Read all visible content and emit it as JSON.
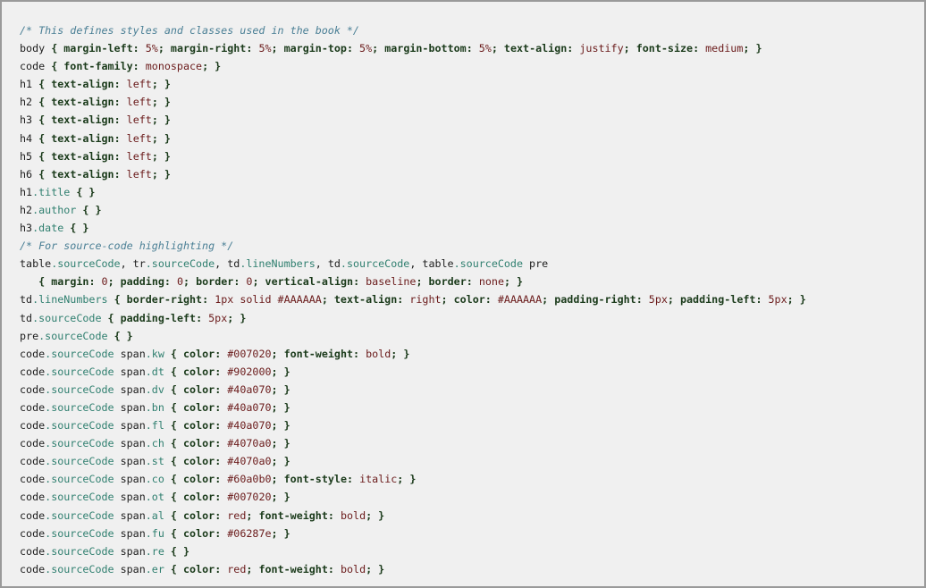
{
  "document": {
    "colors": {
      "background": "#f0f0f0",
      "border": "#9a9a9a",
      "comment": "#4a7f95",
      "property": "#1a3a1a",
      "value": "#6a1a1a",
      "class": "#2f7f6f",
      "text": "#202020"
    },
    "lines": [
      [
        {
          "t": "c",
          "v": "/* This defines styles and classes used in the book */"
        }
      ],
      [
        {
          "t": "p",
          "v": "body "
        },
        {
          "t": "b",
          "v": "{ "
        },
        {
          "t": "k",
          "v": "margin-left"
        },
        {
          "t": "b",
          "v": ": "
        },
        {
          "t": "v",
          "v": "5%"
        },
        {
          "t": "b",
          "v": "; "
        },
        {
          "t": "k",
          "v": "margin-right"
        },
        {
          "t": "b",
          "v": ": "
        },
        {
          "t": "v",
          "v": "5%"
        },
        {
          "t": "b",
          "v": "; "
        },
        {
          "t": "k",
          "v": "margin-top"
        },
        {
          "t": "b",
          "v": ": "
        },
        {
          "t": "v",
          "v": "5%"
        },
        {
          "t": "b",
          "v": "; "
        },
        {
          "t": "k",
          "v": "margin-bottom"
        },
        {
          "t": "b",
          "v": ": "
        },
        {
          "t": "v",
          "v": "5%"
        },
        {
          "t": "b",
          "v": "; "
        },
        {
          "t": "k",
          "v": "text-align"
        },
        {
          "t": "b",
          "v": ": "
        },
        {
          "t": "v",
          "v": "justify"
        },
        {
          "t": "b",
          "v": "; "
        },
        {
          "t": "k",
          "v": "font-size"
        },
        {
          "t": "b",
          "v": ": "
        },
        {
          "t": "v",
          "v": "medium"
        },
        {
          "t": "b",
          "v": "; }"
        }
      ],
      [
        {
          "t": "p",
          "v": "code "
        },
        {
          "t": "b",
          "v": "{ "
        },
        {
          "t": "k",
          "v": "font-family"
        },
        {
          "t": "b",
          "v": ": "
        },
        {
          "t": "v",
          "v": "monospace"
        },
        {
          "t": "b",
          "v": "; }"
        }
      ],
      [
        {
          "t": "p",
          "v": "h1 "
        },
        {
          "t": "b",
          "v": "{ "
        },
        {
          "t": "k",
          "v": "text-align"
        },
        {
          "t": "b",
          "v": ": "
        },
        {
          "t": "v",
          "v": "left"
        },
        {
          "t": "b",
          "v": "; }"
        }
      ],
      [
        {
          "t": "p",
          "v": "h2 "
        },
        {
          "t": "b",
          "v": "{ "
        },
        {
          "t": "k",
          "v": "text-align"
        },
        {
          "t": "b",
          "v": ": "
        },
        {
          "t": "v",
          "v": "left"
        },
        {
          "t": "b",
          "v": "; }"
        }
      ],
      [
        {
          "t": "p",
          "v": "h3 "
        },
        {
          "t": "b",
          "v": "{ "
        },
        {
          "t": "k",
          "v": "text-align"
        },
        {
          "t": "b",
          "v": ": "
        },
        {
          "t": "v",
          "v": "left"
        },
        {
          "t": "b",
          "v": "; }"
        }
      ],
      [
        {
          "t": "p",
          "v": "h4 "
        },
        {
          "t": "b",
          "v": "{ "
        },
        {
          "t": "k",
          "v": "text-align"
        },
        {
          "t": "b",
          "v": ": "
        },
        {
          "t": "v",
          "v": "left"
        },
        {
          "t": "b",
          "v": "; }"
        }
      ],
      [
        {
          "t": "p",
          "v": "h5 "
        },
        {
          "t": "b",
          "v": "{ "
        },
        {
          "t": "k",
          "v": "text-align"
        },
        {
          "t": "b",
          "v": ": "
        },
        {
          "t": "v",
          "v": "left"
        },
        {
          "t": "b",
          "v": "; }"
        }
      ],
      [
        {
          "t": "p",
          "v": "h6 "
        },
        {
          "t": "b",
          "v": "{ "
        },
        {
          "t": "k",
          "v": "text-align"
        },
        {
          "t": "b",
          "v": ": "
        },
        {
          "t": "v",
          "v": "left"
        },
        {
          "t": "b",
          "v": "; }"
        }
      ],
      [
        {
          "t": "p",
          "v": "h1"
        },
        {
          "t": "s",
          "v": ".title"
        },
        {
          "t": "b",
          "v": " { }"
        }
      ],
      [
        {
          "t": "p",
          "v": "h2"
        },
        {
          "t": "s",
          "v": ".author"
        },
        {
          "t": "b",
          "v": " { }"
        }
      ],
      [
        {
          "t": "p",
          "v": "h3"
        },
        {
          "t": "s",
          "v": ".date"
        },
        {
          "t": "b",
          "v": " { }"
        }
      ],
      [
        {
          "t": "c",
          "v": "/* For source-code highlighting */"
        }
      ],
      [
        {
          "t": "p",
          "v": "table"
        },
        {
          "t": "s",
          "v": ".sourceCode"
        },
        {
          "t": "p",
          "v": ", tr"
        },
        {
          "t": "s",
          "v": ".sourceCode"
        },
        {
          "t": "p",
          "v": ", td"
        },
        {
          "t": "s",
          "v": ".lineNumbers"
        },
        {
          "t": "p",
          "v": ", td"
        },
        {
          "t": "s",
          "v": ".sourceCode"
        },
        {
          "t": "p",
          "v": ", table"
        },
        {
          "t": "s",
          "v": ".sourceCode"
        },
        {
          "t": "p",
          "v": " pre"
        }
      ],
      [
        {
          "t": "p",
          "v": "   "
        },
        {
          "t": "b",
          "v": "{ "
        },
        {
          "t": "k",
          "v": "margin"
        },
        {
          "t": "b",
          "v": ": "
        },
        {
          "t": "v",
          "v": "0"
        },
        {
          "t": "b",
          "v": "; "
        },
        {
          "t": "k",
          "v": "padding"
        },
        {
          "t": "b",
          "v": ": "
        },
        {
          "t": "v",
          "v": "0"
        },
        {
          "t": "b",
          "v": "; "
        },
        {
          "t": "k",
          "v": "border"
        },
        {
          "t": "b",
          "v": ": "
        },
        {
          "t": "v",
          "v": "0"
        },
        {
          "t": "b",
          "v": "; "
        },
        {
          "t": "k",
          "v": "vertical-align"
        },
        {
          "t": "b",
          "v": ": "
        },
        {
          "t": "v",
          "v": "baseline"
        },
        {
          "t": "b",
          "v": "; "
        },
        {
          "t": "k",
          "v": "border"
        },
        {
          "t": "b",
          "v": ": "
        },
        {
          "t": "v",
          "v": "none"
        },
        {
          "t": "b",
          "v": "; }"
        }
      ],
      [
        {
          "t": "p",
          "v": "td"
        },
        {
          "t": "s",
          "v": ".lineNumbers"
        },
        {
          "t": "b",
          "v": " { "
        },
        {
          "t": "k",
          "v": "border-right"
        },
        {
          "t": "b",
          "v": ": "
        },
        {
          "t": "v",
          "v": "1px solid #AAAAAA"
        },
        {
          "t": "b",
          "v": "; "
        },
        {
          "t": "k",
          "v": "text-align"
        },
        {
          "t": "b",
          "v": ": "
        },
        {
          "t": "v",
          "v": "right"
        },
        {
          "t": "b",
          "v": "; "
        },
        {
          "t": "k",
          "v": "color"
        },
        {
          "t": "b",
          "v": ": "
        },
        {
          "t": "v",
          "v": "#AAAAAA"
        },
        {
          "t": "b",
          "v": "; "
        },
        {
          "t": "k",
          "v": "padding-right"
        },
        {
          "t": "b",
          "v": ": "
        },
        {
          "t": "v",
          "v": "5px"
        },
        {
          "t": "b",
          "v": "; "
        },
        {
          "t": "k",
          "v": "padding-left"
        },
        {
          "t": "b",
          "v": ": "
        },
        {
          "t": "v",
          "v": "5px"
        },
        {
          "t": "b",
          "v": "; }"
        }
      ],
      [
        {
          "t": "p",
          "v": "td"
        },
        {
          "t": "s",
          "v": ".sourceCode"
        },
        {
          "t": "b",
          "v": " { "
        },
        {
          "t": "k",
          "v": "padding-left"
        },
        {
          "t": "b",
          "v": ": "
        },
        {
          "t": "v",
          "v": "5px"
        },
        {
          "t": "b",
          "v": "; }"
        }
      ],
      [
        {
          "t": "p",
          "v": "pre"
        },
        {
          "t": "s",
          "v": ".sourceCode"
        },
        {
          "t": "b",
          "v": " { }"
        }
      ],
      [
        {
          "t": "p",
          "v": "code"
        },
        {
          "t": "s",
          "v": ".sourceCode"
        },
        {
          "t": "p",
          "v": " span"
        },
        {
          "t": "s",
          "v": ".kw"
        },
        {
          "t": "b",
          "v": " { "
        },
        {
          "t": "k",
          "v": "color"
        },
        {
          "t": "b",
          "v": ": "
        },
        {
          "t": "v",
          "v": "#007020"
        },
        {
          "t": "b",
          "v": "; "
        },
        {
          "t": "k",
          "v": "font-weight"
        },
        {
          "t": "b",
          "v": ": "
        },
        {
          "t": "v",
          "v": "bold"
        },
        {
          "t": "b",
          "v": "; }"
        }
      ],
      [
        {
          "t": "p",
          "v": "code"
        },
        {
          "t": "s",
          "v": ".sourceCode"
        },
        {
          "t": "p",
          "v": " span"
        },
        {
          "t": "s",
          "v": ".dt"
        },
        {
          "t": "b",
          "v": " { "
        },
        {
          "t": "k",
          "v": "color"
        },
        {
          "t": "b",
          "v": ": "
        },
        {
          "t": "v",
          "v": "#902000"
        },
        {
          "t": "b",
          "v": "; }"
        }
      ],
      [
        {
          "t": "p",
          "v": "code"
        },
        {
          "t": "s",
          "v": ".sourceCode"
        },
        {
          "t": "p",
          "v": " span"
        },
        {
          "t": "s",
          "v": ".dv"
        },
        {
          "t": "b",
          "v": " { "
        },
        {
          "t": "k",
          "v": "color"
        },
        {
          "t": "b",
          "v": ": "
        },
        {
          "t": "v",
          "v": "#40a070"
        },
        {
          "t": "b",
          "v": "; }"
        }
      ],
      [
        {
          "t": "p",
          "v": "code"
        },
        {
          "t": "s",
          "v": ".sourceCode"
        },
        {
          "t": "p",
          "v": " span"
        },
        {
          "t": "s",
          "v": ".bn"
        },
        {
          "t": "b",
          "v": " { "
        },
        {
          "t": "k",
          "v": "color"
        },
        {
          "t": "b",
          "v": ": "
        },
        {
          "t": "v",
          "v": "#40a070"
        },
        {
          "t": "b",
          "v": "; }"
        }
      ],
      [
        {
          "t": "p",
          "v": "code"
        },
        {
          "t": "s",
          "v": ".sourceCode"
        },
        {
          "t": "p",
          "v": " span"
        },
        {
          "t": "s",
          "v": ".fl"
        },
        {
          "t": "b",
          "v": " { "
        },
        {
          "t": "k",
          "v": "color"
        },
        {
          "t": "b",
          "v": ": "
        },
        {
          "t": "v",
          "v": "#40a070"
        },
        {
          "t": "b",
          "v": "; }"
        }
      ],
      [
        {
          "t": "p",
          "v": "code"
        },
        {
          "t": "s",
          "v": ".sourceCode"
        },
        {
          "t": "p",
          "v": " span"
        },
        {
          "t": "s",
          "v": ".ch"
        },
        {
          "t": "b",
          "v": " { "
        },
        {
          "t": "k",
          "v": "color"
        },
        {
          "t": "b",
          "v": ": "
        },
        {
          "t": "v",
          "v": "#4070a0"
        },
        {
          "t": "b",
          "v": "; }"
        }
      ],
      [
        {
          "t": "p",
          "v": "code"
        },
        {
          "t": "s",
          "v": ".sourceCode"
        },
        {
          "t": "p",
          "v": " span"
        },
        {
          "t": "s",
          "v": ".st"
        },
        {
          "t": "b",
          "v": " { "
        },
        {
          "t": "k",
          "v": "color"
        },
        {
          "t": "b",
          "v": ": "
        },
        {
          "t": "v",
          "v": "#4070a0"
        },
        {
          "t": "b",
          "v": "; }"
        }
      ],
      [
        {
          "t": "p",
          "v": "code"
        },
        {
          "t": "s",
          "v": ".sourceCode"
        },
        {
          "t": "p",
          "v": " span"
        },
        {
          "t": "s",
          "v": ".co"
        },
        {
          "t": "b",
          "v": " { "
        },
        {
          "t": "k",
          "v": "color"
        },
        {
          "t": "b",
          "v": ": "
        },
        {
          "t": "v",
          "v": "#60a0b0"
        },
        {
          "t": "b",
          "v": "; "
        },
        {
          "t": "k",
          "v": "font-style"
        },
        {
          "t": "b",
          "v": ": "
        },
        {
          "t": "v",
          "v": "italic"
        },
        {
          "t": "b",
          "v": "; }"
        }
      ],
      [
        {
          "t": "p",
          "v": "code"
        },
        {
          "t": "s",
          "v": ".sourceCode"
        },
        {
          "t": "p",
          "v": " span"
        },
        {
          "t": "s",
          "v": ".ot"
        },
        {
          "t": "b",
          "v": " { "
        },
        {
          "t": "k",
          "v": "color"
        },
        {
          "t": "b",
          "v": ": "
        },
        {
          "t": "v",
          "v": "#007020"
        },
        {
          "t": "b",
          "v": "; }"
        }
      ],
      [
        {
          "t": "p",
          "v": "code"
        },
        {
          "t": "s",
          "v": ".sourceCode"
        },
        {
          "t": "p",
          "v": " span"
        },
        {
          "t": "s",
          "v": ".al"
        },
        {
          "t": "b",
          "v": " { "
        },
        {
          "t": "k",
          "v": "color"
        },
        {
          "t": "b",
          "v": ": "
        },
        {
          "t": "v",
          "v": "red"
        },
        {
          "t": "b",
          "v": "; "
        },
        {
          "t": "k",
          "v": "font-weight"
        },
        {
          "t": "b",
          "v": ": "
        },
        {
          "t": "v",
          "v": "bold"
        },
        {
          "t": "b",
          "v": "; }"
        }
      ],
      [
        {
          "t": "p",
          "v": "code"
        },
        {
          "t": "s",
          "v": ".sourceCode"
        },
        {
          "t": "p",
          "v": " span"
        },
        {
          "t": "s",
          "v": ".fu"
        },
        {
          "t": "b",
          "v": " { "
        },
        {
          "t": "k",
          "v": "color"
        },
        {
          "t": "b",
          "v": ": "
        },
        {
          "t": "v",
          "v": "#06287e"
        },
        {
          "t": "b",
          "v": "; }"
        }
      ],
      [
        {
          "t": "p",
          "v": "code"
        },
        {
          "t": "s",
          "v": ".sourceCode"
        },
        {
          "t": "p",
          "v": " span"
        },
        {
          "t": "s",
          "v": ".re"
        },
        {
          "t": "b",
          "v": " { }"
        }
      ],
      [
        {
          "t": "p",
          "v": "code"
        },
        {
          "t": "s",
          "v": ".sourceCode"
        },
        {
          "t": "p",
          "v": " span"
        },
        {
          "t": "s",
          "v": ".er"
        },
        {
          "t": "b",
          "v": " { "
        },
        {
          "t": "k",
          "v": "color"
        },
        {
          "t": "b",
          "v": ": "
        },
        {
          "t": "v",
          "v": "red"
        },
        {
          "t": "b",
          "v": "; "
        },
        {
          "t": "k",
          "v": "font-weight"
        },
        {
          "t": "b",
          "v": ": "
        },
        {
          "t": "v",
          "v": "bold"
        },
        {
          "t": "b",
          "v": "; }"
        }
      ]
    ]
  }
}
